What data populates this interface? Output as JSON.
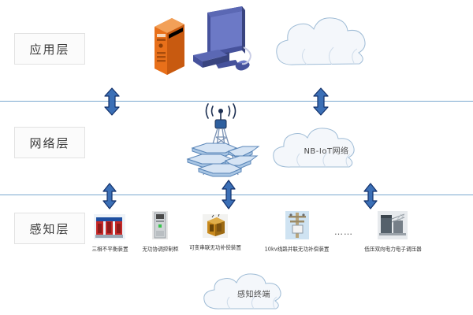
{
  "diagram": {
    "title": "NB-IoT three-layer architecture",
    "colors": {
      "divider": "#7aa8cf",
      "arrow_fill": "#3b6fb6",
      "arrow_stroke": "#13316b",
      "cloud_stroke": "#9fbcd6",
      "cloud_fill": "#f4f7fb",
      "server_orange": "#e8701a",
      "monitor_blue": "#4a5aa8",
      "tower_blue": "#2e5f9e",
      "label_text": "#3c3c3c"
    }
  },
  "layers": [
    {
      "name": "application-layer",
      "label": "应用层"
    },
    {
      "name": "network-layer",
      "label": "网络层"
    },
    {
      "name": "perception-layer",
      "label": "感知层"
    }
  ],
  "clouds": [
    {
      "name": "application-cloud",
      "label": ""
    },
    {
      "name": "nbiot-network-cloud",
      "label": "NB-IoT网络"
    },
    {
      "name": "perception-terminal-cloud",
      "label": "感知终端"
    }
  ],
  "arrows": [
    {
      "name": "arrow-app-to-network-left",
      "direction": "both"
    },
    {
      "name": "arrow-app-to-network-right",
      "direction": "both"
    },
    {
      "name": "arrow-network-to-sense-left",
      "direction": "both"
    },
    {
      "name": "arrow-network-to-sense-center",
      "direction": "both"
    },
    {
      "name": "arrow-network-to-sense-right",
      "direction": "both"
    }
  ],
  "app_hardware": [
    {
      "name": "server-tower-icon",
      "label": "server"
    },
    {
      "name": "desktop-computer-icon",
      "label": "monitor-keyboard-mouse"
    }
  ],
  "network_hardware": [
    {
      "name": "cell-tower-icon",
      "label": "signal-tower"
    },
    {
      "name": "server-stack-icon",
      "label": "server-stack"
    }
  ],
  "devices": [
    {
      "name": "device-three-phase-unbalance",
      "icon": "transformer-icon",
      "caption": "三相不平衡装置"
    },
    {
      "name": "device-reactive-control-cabinet",
      "icon": "cabinet-icon",
      "caption": "无功协调控制柜"
    },
    {
      "name": "device-variable-series-compensation",
      "icon": "compensator-icon",
      "caption": "可变串联无功补偿装置"
    },
    {
      "name": "device-10kv-shunt-compensation",
      "icon": "pole-icon",
      "caption": "10kv线路并联无功补偿装置"
    },
    {
      "name": "device-lv-bidirectional-regulator",
      "icon": "regulator-icon",
      "caption": "低压双向电力电子调压器"
    }
  ],
  "ellipsis": {
    "name": "device-list-ellipsis",
    "text": "……"
  }
}
